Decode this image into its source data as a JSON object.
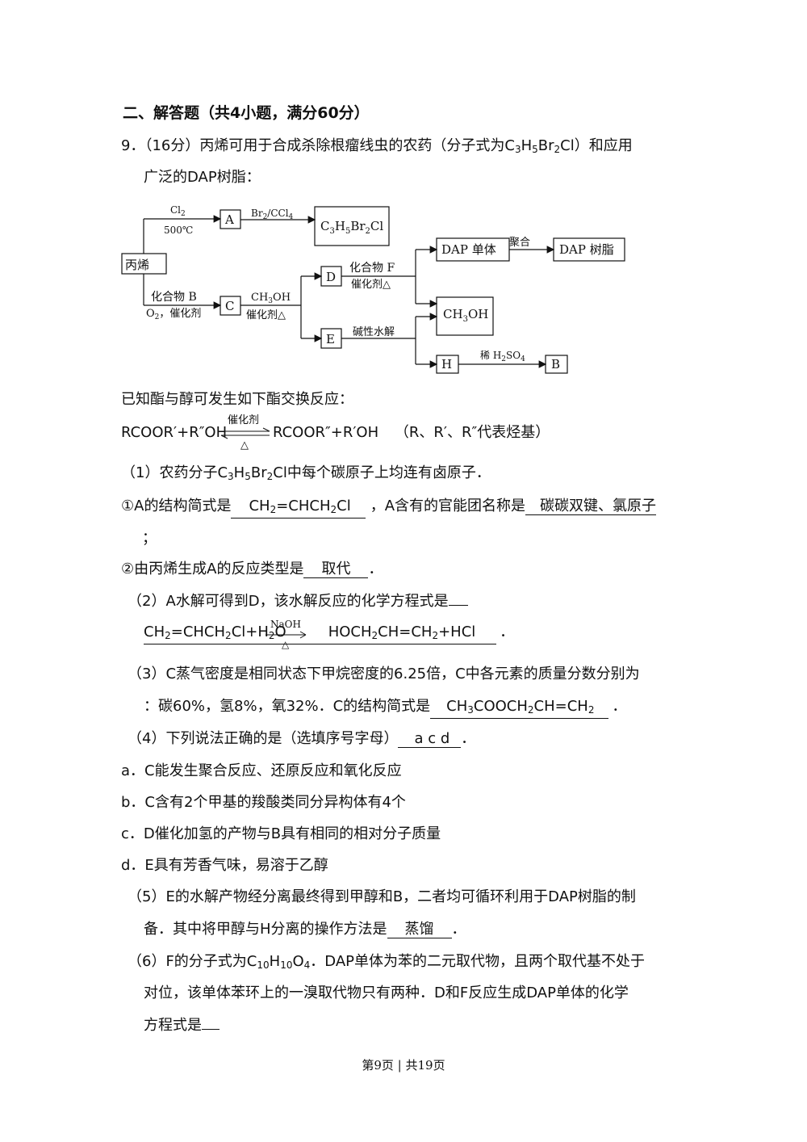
{
  "section_heading": "二、解答题（共4小题，满分60分）",
  "q9": {
    "number": "9．",
    "score": "（16分）",
    "stem_a": "丙烯可用于合成杀除根瘤线虫的农药（分子式为C",
    "stem_b": "H",
    "stem_c": "Br",
    "stem_d": "Cl）和应用",
    "sub_3": "3",
    "sub_5": "5",
    "sub_2": "2",
    "stem_line2": "广泛的DAP树脂：",
    "known": "已知酯与醇可发生如下酯交换反应：",
    "eq_left": "RCOOR′+R″OH",
    "eq_cat": "催化剂",
    "eq_heat": "△",
    "eq_right": "RCOOR″+R′OH",
    "eq_note": "（R、R′、R″代表烃基）"
  },
  "diagram": {
    "propene": "丙烯",
    "cl2": "Cl",
    "cl2_sub": "2",
    "t500": "500℃",
    "A": "A",
    "br2": "Br",
    "br2_sub": "2",
    "ccl4": "/CCl",
    "ccl4_sub": "4",
    "product": "C",
    "p3": "3",
    "p5": "5",
    "p2": "2",
    "pH": "H",
    "pBr": "Br",
    "pCl": "Cl",
    "compound_b": "化合物 B",
    "o2": "O",
    "o2_sub": "2",
    "o2_cat": "，催化剂",
    "C": "C",
    "ch3oh": "CH",
    "ch3oh_sub": "3",
    "ch3oh_end": "OH",
    "cat_heat": "催化剂△",
    "D": "D",
    "E": "E",
    "compound_f": "化合物 F",
    "cat_heat2": "催化剂△",
    "base_hydrolysis": "碱性水解",
    "dap_monomer": "DAP 单体",
    "polymerize": "聚合",
    "dap_resin": "DAP 树脂",
    "ch3oh_box": "CH",
    "ch3oh_box_sub": "3",
    "ch3oh_box_end": "OH",
    "H": "H",
    "dilute": "稀 H",
    "h2so4_sub2": "2",
    "so4": "SO",
    "so4_sub": "4",
    "B": "B"
  },
  "part1": {
    "intro_a": "（1）农药分子C",
    "intro_b": "H",
    "intro_c": "Br",
    "intro_d": "Cl中每个碳原子上均连有卤原子．",
    "s3": "3",
    "s5": "5",
    "s2": "2",
    "q1_a": "①A的结构简式是",
    "ans1_a": "CH",
    "ans1_sub1": "2",
    "ans1_b": "=CHCH",
    "ans1_sub2": "2",
    "ans1_c": "Cl",
    "q1_b": "，A含有的官能团名称是",
    "ans2": "碳碳双键、氯原子",
    "semicolon": "；",
    "q2_a": "②由丙烯生成A的反应类型是",
    "ans3": "取代",
    "period": "．"
  },
  "part2": {
    "q": "（2）A水解可得到D，该水解反应的化学方程式是",
    "eq_a": "CH",
    "eq_s1": "2",
    "eq_b": "=CHCH",
    "eq_s2": "2",
    "eq_c": "Cl+H",
    "eq_s3": "2",
    "eq_d": "O",
    "naoh": "NaOH",
    "heat": "△",
    "eq_e": "HOCH",
    "eq_s4": "2",
    "eq_f": "CH=CH",
    "eq_s5": "2",
    "eq_g": "+HCl",
    "period": "．"
  },
  "part3": {
    "line1": "（3）C蒸气密度是相同状态下甲烷密度的6.25倍，C中各元素的质量分数分别为",
    "line2_a": "：碳60%，氢8%，氧32%．C的结构简式是",
    "ans_a": "CH",
    "ans_s1": "3",
    "ans_b": "COOCH",
    "ans_s2": "2",
    "ans_c": "CH=CH",
    "ans_s3": "2",
    "period": "．"
  },
  "part4": {
    "q": "（4）下列说法正确的是（选填序号字母）",
    "ans": "a c d",
    "period": "．",
    "a": "a．C能发生聚合反应、还原反应和氧化反应",
    "b": "b．C含有2个甲基的羧酸类同分异构体有4个",
    "c": "c．D催化加氢的产物与B具有相同的相对分子质量",
    "d": "d．E具有芳香气味，易溶于乙醇"
  },
  "part5": {
    "line1": "（5）E的水解产物经分离最终得到甲醇和B，二者均可循环利用于DAP树脂的制",
    "line2_a": "备．其中将甲醇与H分离的操作方法是",
    "ans": "蒸馏",
    "period": "．"
  },
  "part6": {
    "line1_a": "（6）F的分子式为C",
    "s10": "10",
    "line1_b": "H",
    "s10b": "10",
    "line1_c": "O",
    "s4": "4",
    "line1_d": "．DAP单体为苯的二元取代物，且两个取代基不处于",
    "line2": "对位，该单体苯环上的一溴取代物只有两种．D和F反应生成DAP单体的化学",
    "line3": "方程式是"
  },
  "footer": "第9页 | 共19页"
}
